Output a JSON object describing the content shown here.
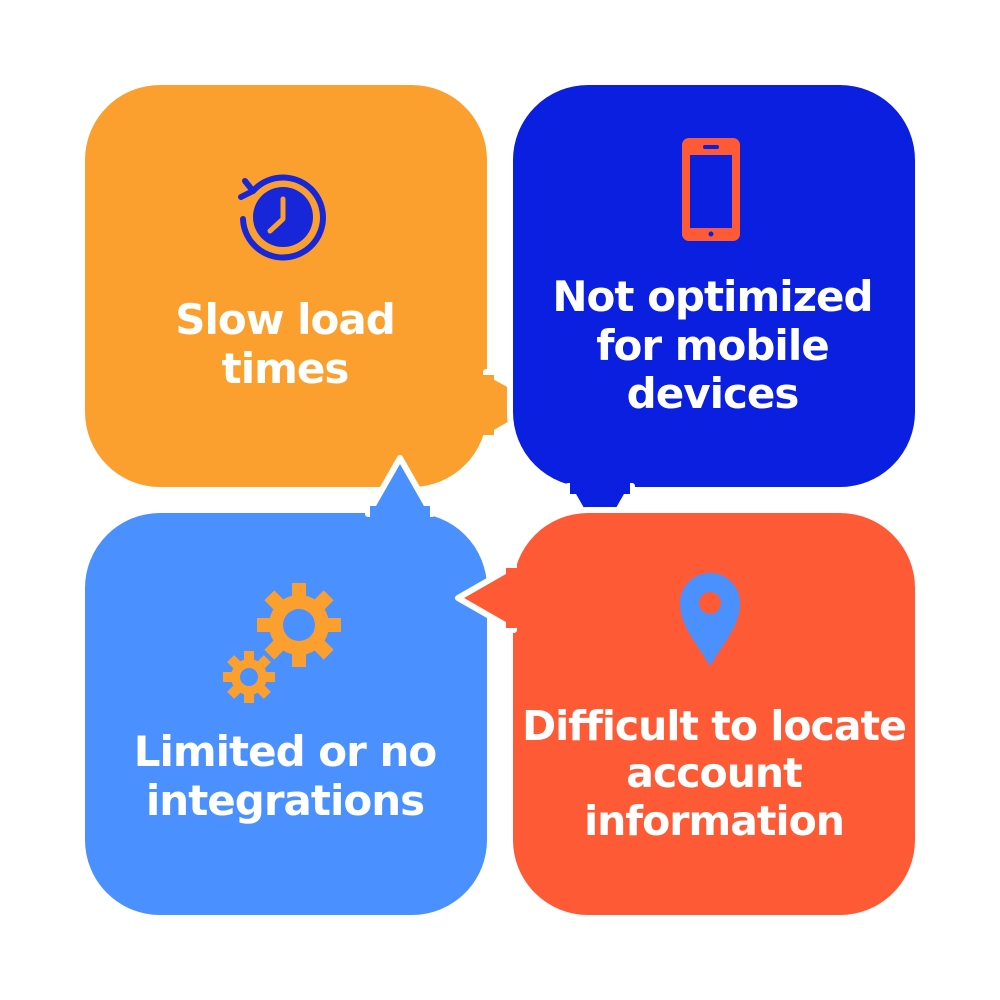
{
  "colors": {
    "background": "#ffffff",
    "orange": "#FBA02E",
    "navy": "#0B1FE0",
    "red": "#FF5A36",
    "blue": "#4A90FF",
    "text": "#ffffff"
  },
  "cards": [
    {
      "id": "slow",
      "icon": "clock-refresh-icon",
      "text": "Slow load times",
      "color": "#FBA02E",
      "icon_color": "#1726D9"
    },
    {
      "id": "mobile",
      "icon": "smartphone-icon",
      "text": "Not optimized for mobile devices",
      "color": "#0B1FE0",
      "icon_color": "#FF5A36"
    },
    {
      "id": "integrations",
      "icon": "gears-icon",
      "text": "Limited or no integrations",
      "color": "#4A90FF",
      "icon_color": "#FBA02E"
    },
    {
      "id": "account",
      "icon": "location-pin-icon",
      "text": "Difficult to locate account information",
      "color": "#FF5A36",
      "icon_color": "#4A90FF"
    }
  ]
}
